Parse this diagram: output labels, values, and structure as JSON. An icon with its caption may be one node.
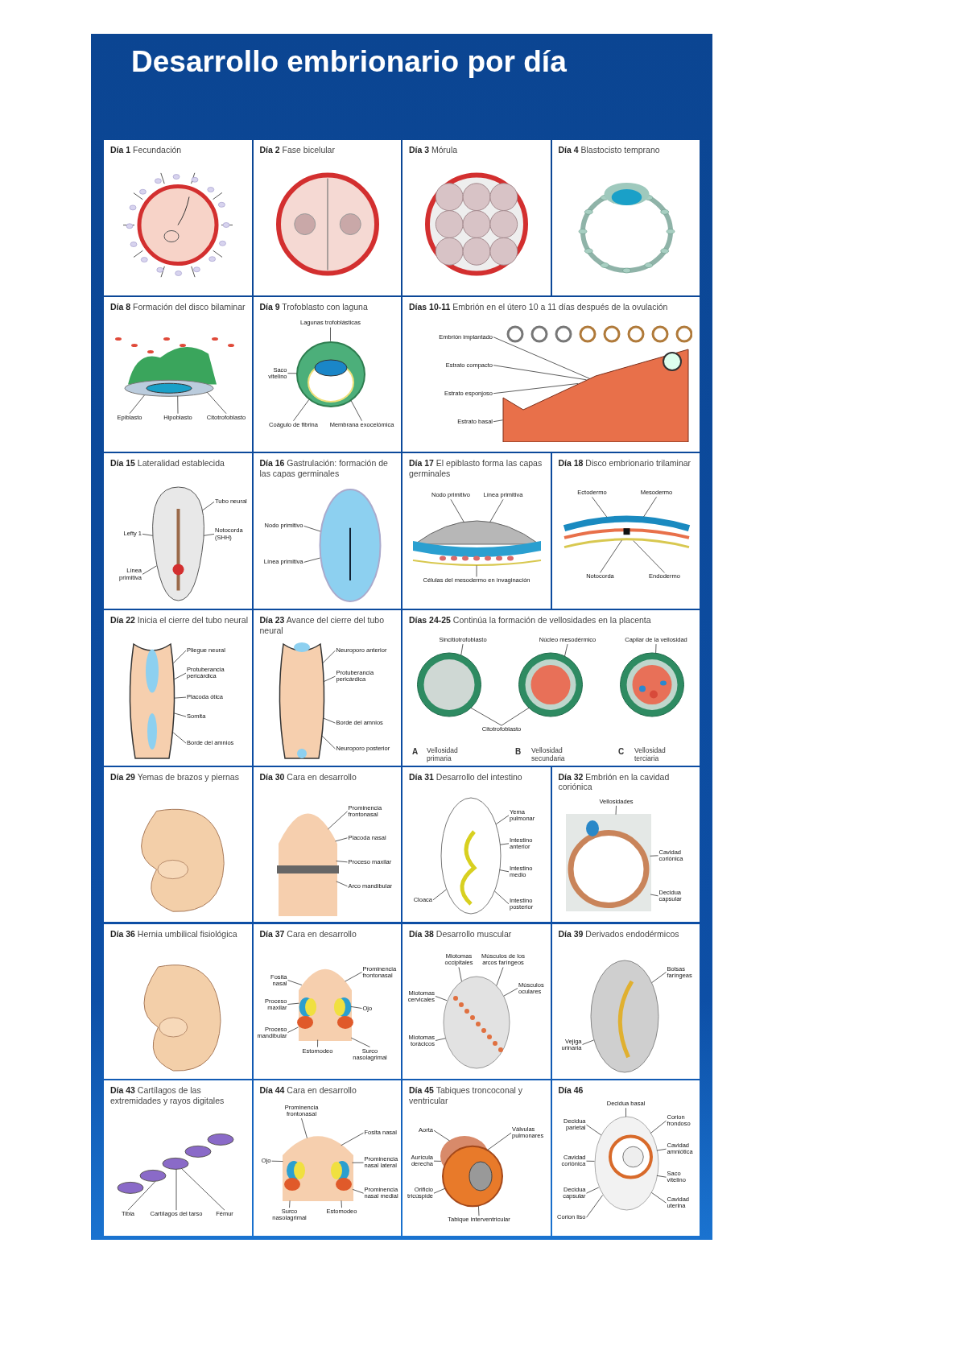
{
  "diagram": {
    "title": "Desarrollo embrionario por día",
    "nodes": [
      {
        "text": [
          "**Día 1** Fecundación"
        ]
      },
      {
        "text": [],
        "shape": "picture",
        "in": 0
      },
      {
        "text": [
          "**Día 2** Fase bicelular"
        ]
      },
      {
        "text": [],
        "shape": "picture",
        "in": 2
      },
      {
        "text": [
          "**Día 3** Mórula"
        ]
      },
      {
        "text": [],
        "shape": "picture",
        "in": 4
      },
      {
        "text": [
          "**Día 4** Blastocisto temprano"
        ]
      },
      {
        "text": [],
        "shape": "picture",
        "in": 6
      },
      {
        "text": [
          "**Día 8** Formación del disco bilaminar"
        ]
      },
      {
        "text": [],
        "shape": "picture",
        "in": 8
      },
      {
        "text": [
          "Epiblasto"
        ],
        "in": 8
      },
      {
        "text": [
          "Hipoblasto"
        ],
        "in": 8
      },
      {
        "text": [
          "Citotrofoblasto"
        ],
        "in": 8
      },
      {
        "text": [
          "**Día 9** Trofoblasto con laguna"
        ]
      },
      {
        "text": [],
        "shape": "picture",
        "in": 13
      },
      {
        "text": [
          "Lagunas trofoblásticas"
        ],
        "in": 13
      },
      {
        "text": [
          "Saco vitelino"
        ],
        "in": 13
      },
      {
        "text": [
          "Coágulo de fibrina"
        ],
        "in": 13
      },
      {
        "text": [
          "Membrana exocelómica"
        ],
        "in": 13
      },
      {
        "text": [
          "**Días 10-11** Embrión en el útero 10 a 11 días después de la ovulación"
        ]
      },
      {
        "text": [],
        "shape": "picture",
        "in": 19
      },
      {
        "text": [
          "Embrión implantado"
        ],
        "in": 19
      },
      {
        "text": [
          "Estrato compacto"
        ],
        "in": 19
      },
      {
        "text": [
          "Estrato esponjoso"
        ],
        "in": 19
      },
      {
        "text": [
          "Estrato basal"
        ],
        "in": 19
      },
      {
        "text": [
          "**Día 15** Lateralidad establecida"
        ]
      },
      {
        "text": [],
        "shape": "picture",
        "in": 25
      },
      {
        "text": [
          "Tubo neural"
        ],
        "in": 25
      },
      {
        "text": [
          "Notocorda (SHH)"
        ],
        "in": 25
      },
      {
        "text": [
          "Lefty 1"
        ],
        "in": 25
      },
      {
        "text": [
          "Línea primitiva"
        ],
        "in": 25
      },
      {
        "text": [
          "**Día 16** Gastrulación: formación de las capas germinales"
        ]
      },
      {
        "text": [],
        "shape": "picture",
        "in": 31
      },
      {
        "text": [
          "Nodo primitivo"
        ],
        "in": 31
      },
      {
        "text": [
          "Línea primitiva"
        ],
        "in": 31
      },
      {
        "text": [
          "**Día 17** El epiblasto forma las capas germinales"
        ]
      },
      {
        "text": [],
        "shape": "picture",
        "in": 35
      },
      {
        "text": [
          "Nodo primitivo"
        ],
        "in": 35
      },
      {
        "text": [
          "Línea primitiva"
        ],
        "in": 35
      },
      {
        "text": [
          "Células del mesodermo en invaginación"
        ],
        "in": 35
      },
      {
        "text": [
          "**Día 18** Disco embrionario trilaminar"
        ]
      },
      {
        "text": [],
        "shape": "picture",
        "in": 40
      },
      {
        "text": [
          "Ectodermo"
        ],
        "in": 40
      },
      {
        "text": [
          "Mesodermo"
        ],
        "in": 40
      },
      {
        "text": [
          "Endodermo"
        ],
        "in": 40
      },
      {
        "text": [
          "Notocorda"
        ],
        "in": 40
      },
      {
        "text": [
          "**Día 22** Inicia el cierre del tubo neural"
        ]
      },
      {
        "text": [],
        "shape": "picture",
        "in": 46
      },
      {
        "text": [
          "Pliegue neural"
        ],
        "in": 46
      },
      {
        "text": [
          "Protuberancia pericárdica"
        ],
        "in": 46
      },
      {
        "text": [
          "Placoda ótica"
        ],
        "in": 46
      },
      {
        "text": [
          "Somita"
        ],
        "in": 46
      },
      {
        "text": [
          "Borde del amnios"
        ],
        "in": 46
      },
      {
        "text": [
          "**Día 23** Avance del cierre del tubo neural"
        ]
      },
      {
        "text": [],
        "shape": "picture",
        "in": 53
      },
      {
        "text": [
          "Neuroporo anterior"
        ],
        "in": 53
      },
      {
        "text": [
          "Protuberancia pericárdica"
        ],
        "in": 53
      },
      {
        "text": [
          "Borde del amnios"
        ],
        "in": 53
      },
      {
        "text": [
          "Neuroporo posterior"
        ],
        "in": 53
      },
      {
        "text": [
          "**Días 24-25** Continúa la formación de vellosidades en la placenta"
        ]
      },
      {
        "text": [],
        "shape": "picture",
        "in": 59
      },
      {
        "text": [],
        "shape": "picture",
        "in": 59
      },
      {
        "text": [],
        "shape": "picture",
        "in": 59
      },
      {
        "text": [
          "Sincitiotrofoblasto"
        ],
        "in": 59
      },
      {
        "text": [
          "Núcleo mesodérmico"
        ],
        "in": 59
      },
      {
        "text": [
          "Capilar de la vellosidad"
        ],
        "in": 59
      },
      {
        "text": [
          "Citotrofoblasto"
        ],
        "in": 59
      },
      {
        "text": [
          "**Día 29** Yemas de brazos y piernas"
        ]
      },
      {
        "text": [],
        "shape": "picture",
        "in": 67
      },
      {
        "text": [
          "**Día 30** Cara en desarrollo"
        ]
      },
      {
        "text": [],
        "shape": "picture",
        "in": 69
      },
      {
        "text": [
          "Prominencia frontonasal"
        ],
        "in": 69
      },
      {
        "text": [
          "Placoda nasal"
        ],
        "in": 69
      },
      {
        "text": [
          "Proceso maxilar"
        ],
        "in": 69
      },
      {
        "text": [
          "Arco mandibular"
        ],
        "in": 69
      },
      {
        "text": [
          "**Día 31** Desarrollo del intestino"
        ]
      },
      {
        "text": [],
        "shape": "picture",
        "in": 75
      },
      {
        "text": [
          "Yema pulmonar"
        ],
        "in": 75
      },
      {
        "text": [
          "Intestino anterior"
        ],
        "in": 75
      },
      {
        "text": [
          "Intestino medio"
        ],
        "in": 75
      },
      {
        "text": [
          "Cloaca"
        ],
        "in": 75
      },
      {
        "text": [
          "Intestino posterior"
        ],
        "in": 75
      },
      {
        "text": [
          "**Día 32** Embrión en la cavidad coriónica"
        ]
      },
      {
        "text": [],
        "shape": "picture",
        "in": 82
      },
      {
        "text": [
          "Vellosidades"
        ],
        "in": 82
      },
      {
        "text": [
          "Cavidad coriónica"
        ],
        "in": 82
      },
      {
        "text": [
          "Decidua capsular"
        ],
        "in": 82
      },
      {
        "text": [
          "**Día 36** Hernia umbilical fisiológica"
        ]
      },
      {
        "text": [],
        "shape": "picture",
        "in": 87
      },
      {
        "text": [
          "**Día 37** Cara en desarrollo"
        ]
      },
      {
        "text": [],
        "shape": "picture",
        "in": 89
      },
      {
        "text": [
          "Prominencia frontonasal"
        ],
        "in": 89
      },
      {
        "text": [
          "Fosita nasal"
        ],
        "in": 89
      },
      {
        "text": [
          "Proceso maxilar"
        ],
        "in": 89
      },
      {
        "text": [
          "Ojo"
        ],
        "in": 89
      },
      {
        "text": [
          "Proceso mandibular"
        ],
        "in": 89
      },
      {
        "text": [
          "Estomodeo"
        ],
        "in": 89
      },
      {
        "text": [
          "Surco nasolagrimal"
        ],
        "in": 89
      },
      {
        "text": [
          "**Día 38** Desarrollo muscular"
        ]
      },
      {
        "text": [],
        "shape": "picture",
        "in": 98
      },
      {
        "text": [
          "Miotomas occipitales"
        ],
        "in": 98
      },
      {
        "text": [
          "Músculos de los arcos faríngeos"
        ],
        "in": 98
      },
      {
        "text": [
          "Músculos oculares"
        ],
        "in": 98
      },
      {
        "text": [
          "Miotomas cervicales"
        ],
        "in": 98
      },
      {
        "text": [
          "Miotomas torácicos"
        ],
        "in": 98
      },
      {
        "text": [
          "**Día 39** Derivados endodérmicos"
        ]
      },
      {
        "text": [],
        "shape": "picture",
        "in": 105
      },
      {
        "text": [
          "Bolsas faríngeas"
        ],
        "in": 105
      },
      {
        "text": [
          "Vejiga urinaria"
        ],
        "in": 105
      },
      {
        "text": [
          "**Día 43** Cartílagos de las extremidades y rayos digitales"
        ]
      },
      {
        "text": [],
        "shape": "picture",
        "in": 109
      },
      {
        "text": [
          "Tibia"
        ],
        "in": 109
      },
      {
        "text": [
          "Fémur"
        ],
        "in": 109
      },
      {
        "text": [
          "Cartílagos del tarso"
        ],
        "in": 109
      },
      {
        "text": [
          "**Día 44** Cara en desarrollo"
        ]
      },
      {
        "text": [],
        "shape": "picture",
        "in": 114
      },
      {
        "text": [
          "Prominencia frontonasal"
        ],
        "in": 114
      },
      {
        "text": [
          "Ojo"
        ],
        "in": 114
      },
      {
        "text": [
          "Fosita nasal"
        ],
        "in": 114
      },
      {
        "text": [
          "Prominencia nasal lateral"
        ],
        "in": 114
      },
      {
        "text": [
          "Prominencia nasal medial"
        ],
        "in": 114
      },
      {
        "text": [
          "Surco nasolagrimal"
        ],
        "in": 114
      },
      {
        "text": [
          "Estomodeo"
        ],
        "in": 114
      },
      {
        "text": [
          "**Día 45** Tabiques troncoconal y ventricular"
        ]
      },
      {
        "text": [],
        "shape": "picture",
        "in": 123
      },
      {
        "text": [
          "Aorta"
        ],
        "in": 123
      },
      {
        "text": [
          "Válvulas pulmonares"
        ],
        "in": 123
      },
      {
        "text": [
          "Aurícula derecha"
        ],
        "in": 123
      },
      {
        "text": [
          "Orificio tricúspide"
        ],
        "in": 123
      },
      {
        "text": [
          "Tabique interventricular"
        ],
        "in": 123
      },
      {
        "text": [
          "**Día 46**"
        ]
      },
      {
        "text": [],
        "shape": "picture",
        "in": 130
      },
      {
        "text": [
          "Decidua basal"
        ],
        "in": 130
      },
      {
        "text": [
          "Decidua parietal"
        ],
        "in": 130
      },
      {
        "text": [
          "Corion frondoso"
        ],
        "in": 130
      },
      {
        "text": [
          "Cavidad coriónica"
        ],
        "in": 130
      },
      {
        "text": [
          "Cavidad amniótica"
        ],
        "in": 130
      },
      {
        "text": [
          "Saco vitelino"
        ],
        "in": 130
      },
      {
        "text": [
          "Decidua capsular"
        ],
        "in": 130
      },
      {
        "text": [
          "Cavidad uterina"
        ],
        "in": 130
      },
      {
        "text": [
          "Corion liso"
        ],
        "in": 130
      }
    ],
    "edges": [
      {
        "from": 10,
        "to": 9,
        "arrow": "none"
      },
      {
        "from": 11,
        "to": 9,
        "arrow": "none"
      },
      {
        "from": 12,
        "to": 9,
        "arrow": "none"
      },
      {
        "from": 15,
        "to": 14,
        "arrow": "none"
      },
      {
        "from": 16,
        "to": 14,
        "arrow": "none"
      },
      {
        "from": 17,
        "to": 14,
        "arrow": "none"
      },
      {
        "from": 18,
        "to": 14,
        "arrow": "none"
      },
      {
        "from": 21,
        "to": 20,
        "arrow": "none"
      },
      {
        "from": 22,
        "to": 20,
        "arrow": "none"
      },
      {
        "from": 23,
        "to": 20,
        "arrow": "none"
      },
      {
        "from": 24,
        "to": 20,
        "arrow": "none"
      },
      {
        "from": 27,
        "to": 26,
        "arrow": "none"
      },
      {
        "from": 28,
        "to": 26,
        "arrow": "none"
      },
      {
        "from": 29,
        "to": 26,
        "arrow": "none"
      },
      {
        "from": 30,
        "to": 26,
        "arrow": "none"
      },
      {
        "from": 33,
        "to": 32,
        "arrow": "none"
      },
      {
        "from": 34,
        "to": 32,
        "arrow": "none"
      },
      {
        "from": 37,
        "to": 36,
        "arrow": "none"
      },
      {
        "from": 38,
        "to": 36,
        "arrow": "none"
      },
      {
        "from": 39,
        "to": 36,
        "arrow": "none"
      },
      {
        "from": 42,
        "to": 41,
        "arrow": "none"
      },
      {
        "from": 43,
        "to": 41,
        "arrow": "none"
      },
      {
        "from": 44,
        "to": 41,
        "arrow": "none"
      },
      {
        "from": 45,
        "to": 41,
        "arrow": "none"
      },
      {
        "from": 48,
        "to": 47,
        "arrow": "none"
      },
      {
        "from": 49,
        "to": 47,
        "arrow": "none"
      },
      {
        "from": 50,
        "to": 47,
        "arrow": "none"
      },
      {
        "from": 51,
        "to": 47,
        "arrow": "none"
      },
      {
        "from": 52,
        "to": 47,
        "arrow": "none"
      },
      {
        "from": 55,
        "to": 54,
        "arrow": "none"
      },
      {
        "from": 56,
        "to": 54,
        "arrow": "none"
      },
      {
        "from": 57,
        "to": 54,
        "arrow": "none"
      },
      {
        "from": 58,
        "to": 54,
        "arrow": "none"
      },
      {
        "from": 63,
        "to": 60,
        "arrow": "none"
      },
      {
        "from": 64,
        "to": 61,
        "arrow": "none"
      },
      {
        "from": 65,
        "to": 62,
        "arrow": "none"
      },
      {
        "from": 66,
        "to": 60,
        "arrow": "none"
      },
      {
        "from": 66,
        "to": 61,
        "arrow": "none"
      },
      {
        "from": 71,
        "to": 70,
        "arrow": "none"
      },
      {
        "from": 72,
        "to": 70,
        "arrow": "none"
      },
      {
        "from": 73,
        "to": 70,
        "arrow": "none"
      },
      {
        "from": 74,
        "to": 70,
        "arrow": "none"
      },
      {
        "from": 77,
        "to": 76,
        "arrow": "none"
      },
      {
        "from": 78,
        "to": 76,
        "arrow": "none"
      },
      {
        "from": 79,
        "to": 76,
        "arrow": "none"
      },
      {
        "from": 80,
        "to": 76,
        "arrow": "none"
      },
      {
        "from": 81,
        "to": 76,
        "arrow": "none"
      },
      {
        "from": 84,
        "to": 83,
        "arrow": "none"
      },
      {
        "from": 85,
        "to": 83,
        "arrow": "none"
      },
      {
        "from": 86,
        "to": 83,
        "arrow": "none"
      },
      {
        "from": 91,
        "to": 90,
        "arrow": "none"
      },
      {
        "from": 92,
        "to": 90,
        "arrow": "none"
      },
      {
        "from": 93,
        "to": 90,
        "arrow": "none"
      },
      {
        "from": 94,
        "to": 90,
        "arrow": "none"
      },
      {
        "from": 95,
        "to": 90,
        "arrow": "none"
      },
      {
        "from": 96,
        "to": 90,
        "arrow": "none"
      },
      {
        "from": 97,
        "to": 90,
        "arrow": "none"
      },
      {
        "from": 100,
        "to": 99,
        "arrow": "none"
      },
      {
        "from": 101,
        "to": 99,
        "arrow": "none"
      },
      {
        "from": 102,
        "to": 99,
        "arrow": "none"
      },
      {
        "from": 103,
        "to": 99,
        "arrow": "none"
      },
      {
        "from": 104,
        "to": 99,
        "arrow": "none"
      },
      {
        "from": 107,
        "to": 106,
        "arrow": "none"
      },
      {
        "from": 108,
        "to": 106,
        "arrow": "none"
      },
      {
        "from": 111,
        "to": 110,
        "arrow": "none"
      },
      {
        "from": 112,
        "to": 110,
        "arrow": "none"
      },
      {
        "from": 113,
        "to": 110,
        "arrow": "none"
      },
      {
        "from": 116,
        "to": 115,
        "arrow": "none"
      },
      {
        "from": 117,
        "to": 115,
        "arrow": "none"
      },
      {
        "from": 118,
        "to": 115,
        "arrow": "none"
      },
      {
        "from": 119,
        "to": 115,
        "arrow": "none"
      },
      {
        "from": 120,
        "to": 115,
        "arrow": "none"
      },
      {
        "from": 121,
        "to": 115,
        "arrow": "none"
      },
      {
        "from": 122,
        "to": 115,
        "arrow": "none"
      },
      {
        "from": 125,
        "to": 124,
        "arrow": "none"
      },
      {
        "from": 126,
        "to": 124,
        "arrow": "none"
      },
      {
        "from": 127,
        "to": 124,
        "arrow": "none"
      },
      {
        "from": 128,
        "to": 124,
        "arrow": "none"
      },
      {
        "from": 129,
        "to": 124,
        "arrow": "none"
      },
      {
        "from": 132,
        "to": 131,
        "arrow": "none"
      },
      {
        "from": 133,
        "to": 131,
        "arrow": "none"
      },
      {
        "from": 134,
        "to": 131,
        "arrow": "none"
      },
      {
        "from": 135,
        "to": 131,
        "arrow": "none"
      },
      {
        "from": 136,
        "to": 131,
        "arrow": "none"
      },
      {
        "from": 137,
        "to": 131,
        "arrow": "none"
      },
      {
        "from": 138,
        "to": 131,
        "arrow": "none"
      },
      {
        "from": 139,
        "to": 131,
        "arrow": "none"
      },
      {
        "from": 140,
        "to": 131,
        "arrow": "none"
      }
    ],
    "labels": [
      "A",
      "Vellosidad primaria",
      "B",
      "Vellosidad secundaria",
      "C",
      "Vellosidad terciaria"
    ]
  }
}
